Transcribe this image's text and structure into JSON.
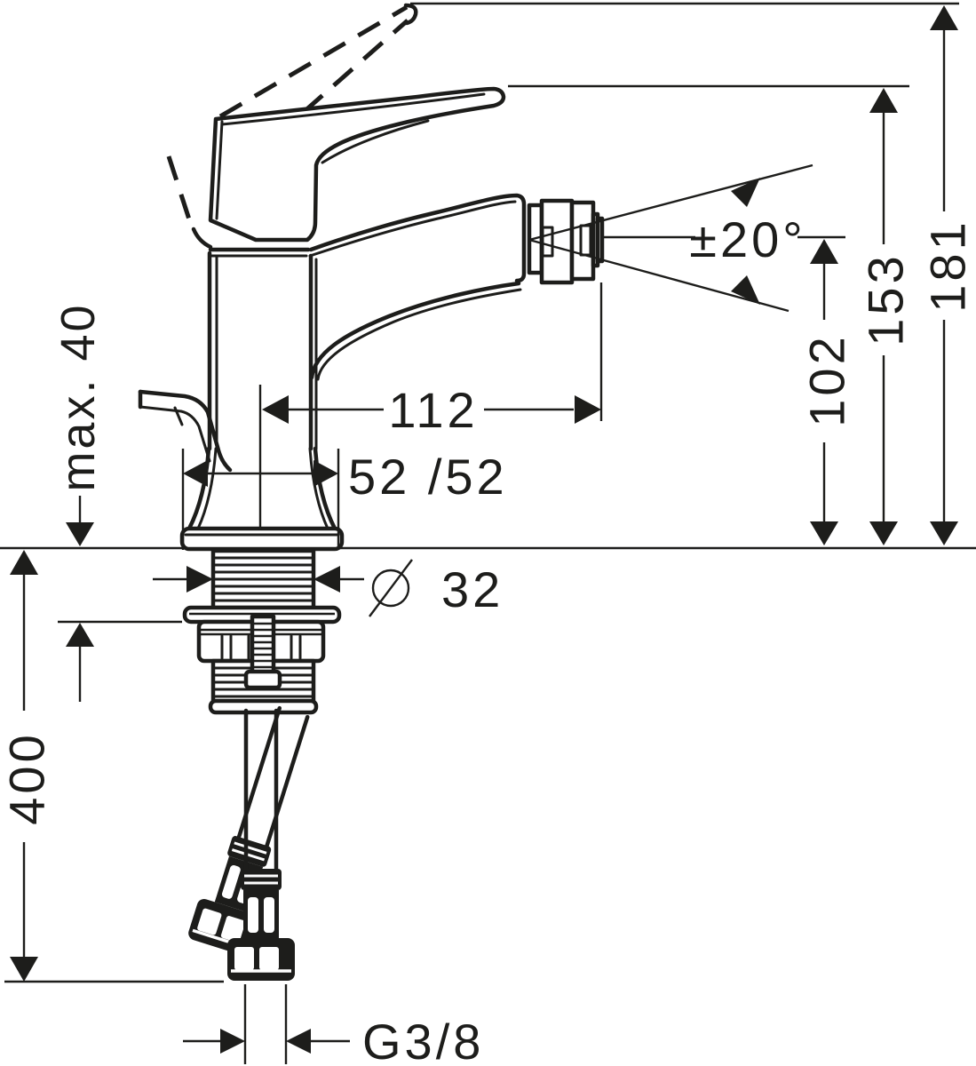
{
  "colors": {
    "ink": "#1d1d1b",
    "background": "#ffffff"
  },
  "drawing_type": "dimensioned technical line drawing of a single-hole bidet mixer tap",
  "dimensions": {
    "max_mounting_depth": "max. 40",
    "spout_reach": "112",
    "base_footprint": "52 /52",
    "spray_angle": "±20°",
    "outlet_height": "102",
    "handle_height": "153",
    "raised_lever_height": "181",
    "hole_diameter_symbol": "Ø",
    "hole_diameter_value": "32",
    "hose_length": "400",
    "connection_thread": "G3/8"
  }
}
